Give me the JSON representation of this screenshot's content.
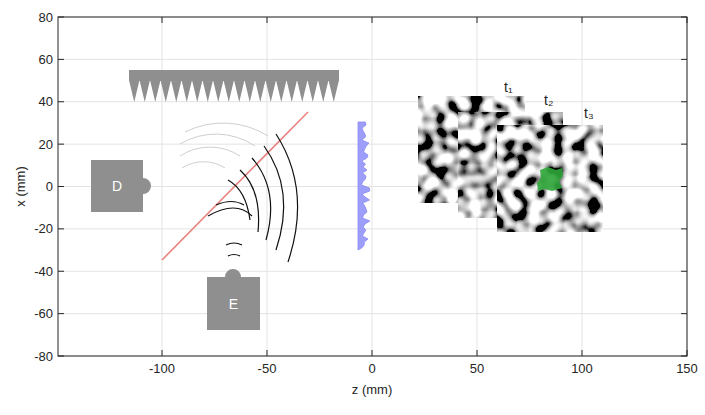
{
  "diagram": {
    "nodes": [
      {
        "text": [
          "D"
        ]
      },
      {
        "text": [
          "E"
        ]
      }
    ],
    "labels": [
      "80",
      "60",
      "40",
      "20",
      "0",
      "-20",
      "-40",
      "-60",
      "-80",
      "-100",
      "-50",
      "0",
      "50",
      "100",
      "150",
      "x (mm)",
      "z (mm)",
      "t₁",
      "t₂",
      "t₃"
    ]
  }
}
